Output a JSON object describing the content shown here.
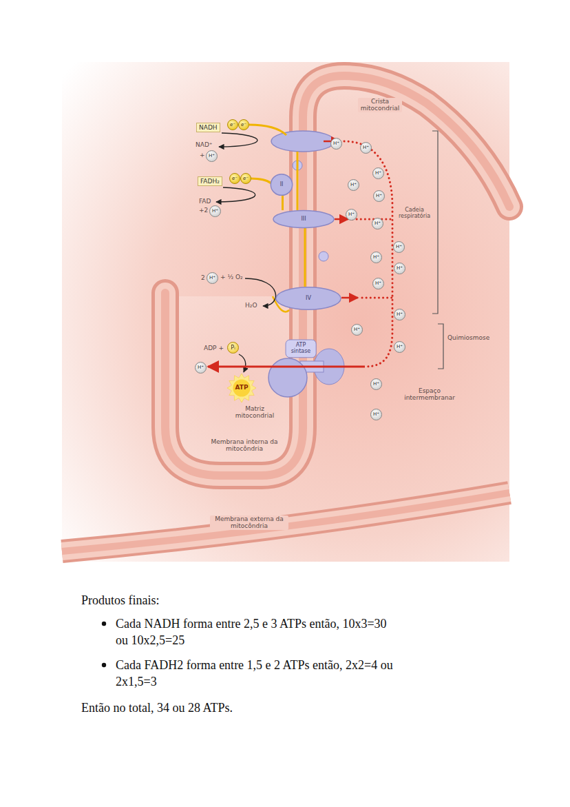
{
  "diagram": {
    "nodes": [
      {
        "text": [
          "II"
        ]
      },
      {
        "text": [
          "III"
        ]
      },
      {
        "text": [
          "IV"
        ]
      },
      {
        "text": [
          "ATP sintase"
        ]
      },
      {
        "text": [
          "ATP"
        ]
      }
    ],
    "edges": [
      {
        "from": 0,
        "to": 1,
        "arrow": "none"
      },
      {
        "from": 1,
        "to": 2,
        "arrow": "none"
      }
    ],
    "labels": [
      "Crista mitocondrial",
      "NADH",
      "e⁻",
      "e⁻",
      "NAD⁺",
      "+",
      "H⁺",
      "FADH₂",
      "e⁻",
      "e⁻",
      "FAD",
      "+2",
      "H⁺",
      "2",
      "H⁺",
      "+ ½ O₂",
      "H₂O",
      "ADP +",
      "Pᵢ",
      "H⁺",
      "Matriz mitocondrial",
      "Membrana interna da mitocôndria",
      "Membrana externa da mitocôndria",
      "Cadeia respiratória",
      "Quimiosmose",
      "Espaço intermembranar",
      "H⁺",
      "H⁺",
      "H⁺",
      "H⁺",
      "H⁺",
      "H⁺",
      "H⁺",
      "H⁺",
      "H⁺",
      "H⁺",
      "H⁺",
      "H⁺",
      "H⁺",
      "H⁺",
      "H⁺",
      "H⁺",
      "Produtos finais:",
      "Cada NADH forma entre 2,5 e 3 ATPs então, 10x3=30 ou 10x2,5=25",
      "Cada FADH2 forma entre 1,5 e 2 ATPs então, 2x2=4 ou 2x1,5=3",
      "Então no total, 34 ou 28 ATPs."
    ]
  }
}
